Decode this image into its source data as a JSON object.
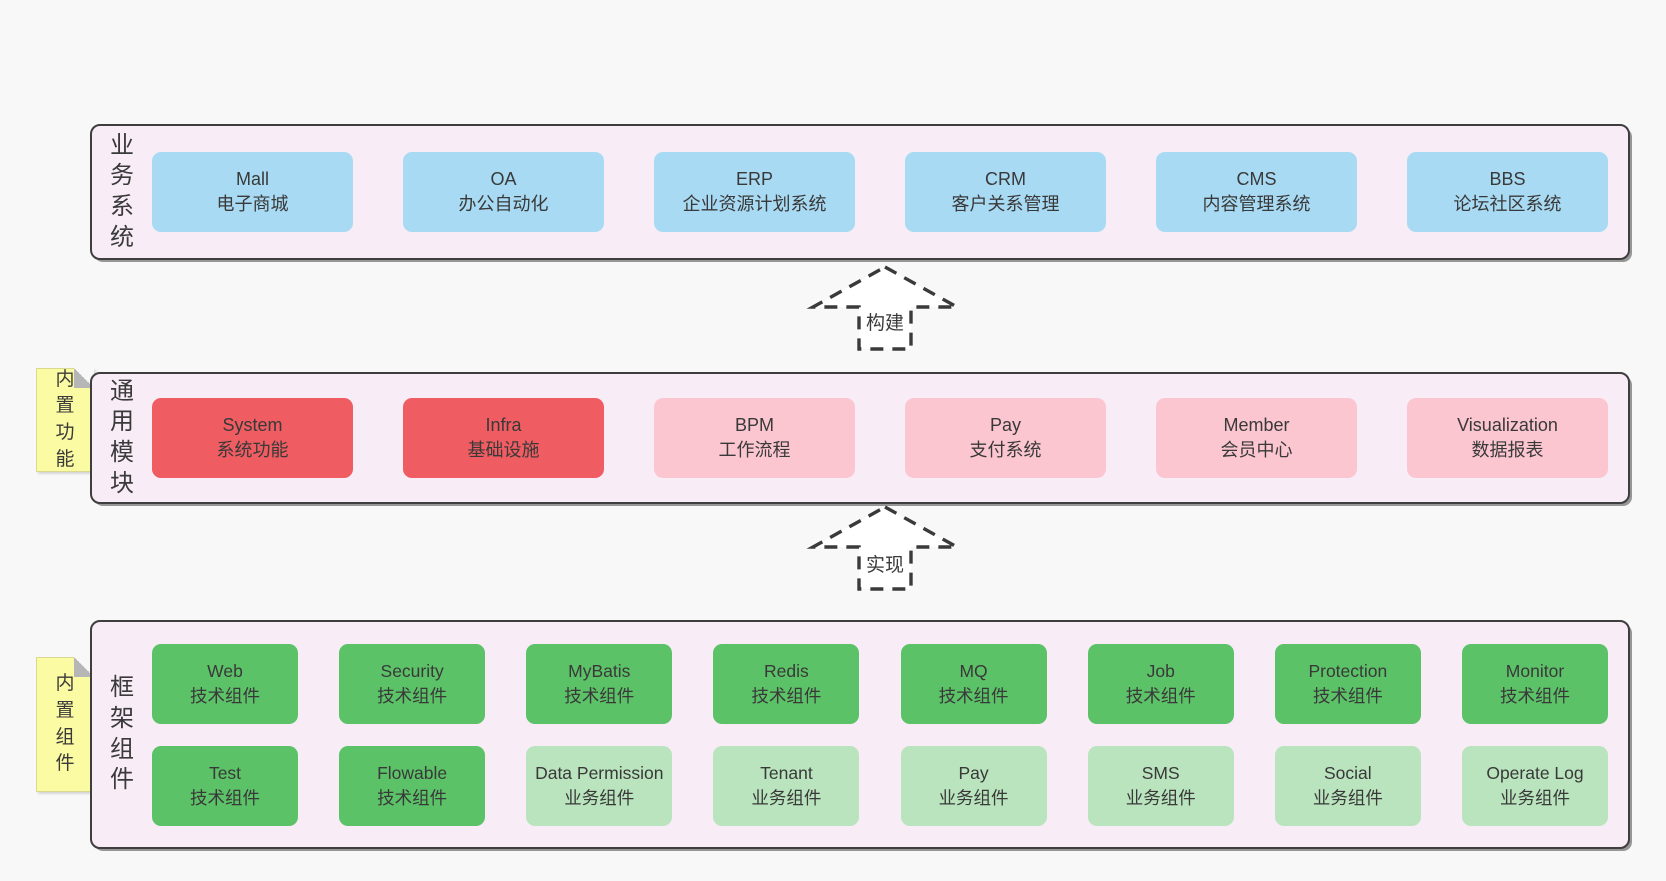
{
  "diagram": {
    "colors": {
      "blue": "#a8daf3",
      "red": "#ef5c61",
      "pink": "#fbc6d0",
      "green": "#5cc268",
      "lightgreen": "#b9e4bd",
      "panel": "#f8edf6",
      "note": "#fbfba3"
    },
    "arrows": [
      {
        "label": "构建"
      },
      {
        "label": "实现"
      }
    ],
    "layers": [
      {
        "label": "业务系统",
        "note": "",
        "rows": [
          [
            {
              "name": "Mall",
              "subtitle": "电子商城",
              "variant": "blue"
            },
            {
              "name": "OA",
              "subtitle": "办公自动化",
              "variant": "blue"
            },
            {
              "name": "ERP",
              "subtitle": "企业资源计划系统",
              "variant": "blue"
            },
            {
              "name": "CRM",
              "subtitle": "客户关系管理",
              "variant": "blue"
            },
            {
              "name": "CMS",
              "subtitle": "内容管理系统",
              "variant": "blue"
            },
            {
              "name": "BBS",
              "subtitle": "论坛社区系统",
              "variant": "blue"
            }
          ]
        ]
      },
      {
        "label": "通用模块",
        "note": "内置功能",
        "rows": [
          [
            {
              "name": "System",
              "subtitle": "系统功能",
              "variant": "red"
            },
            {
              "name": "Infra",
              "subtitle": "基础设施",
              "variant": "red"
            },
            {
              "name": "BPM",
              "subtitle": "工作流程",
              "variant": "pink"
            },
            {
              "name": "Pay",
              "subtitle": "支付系统",
              "variant": "pink"
            },
            {
              "name": "Member",
              "subtitle": "会员中心",
              "variant": "pink"
            },
            {
              "name": "Visualization",
              "subtitle": "数据报表",
              "variant": "pink"
            }
          ]
        ]
      },
      {
        "label": "框架组件",
        "note": "内置组件",
        "rows": [
          [
            {
              "name": "Web",
              "subtitle": "技术组件",
              "variant": "green"
            },
            {
              "name": "Security",
              "subtitle": "技术组件",
              "variant": "green"
            },
            {
              "name": "MyBatis",
              "subtitle": "技术组件",
              "variant": "green"
            },
            {
              "name": "Redis",
              "subtitle": "技术组件",
              "variant": "green"
            },
            {
              "name": "MQ",
              "subtitle": "技术组件",
              "variant": "green"
            },
            {
              "name": "Job",
              "subtitle": "技术组件",
              "variant": "green"
            },
            {
              "name": "Protection",
              "subtitle": "技术组件",
              "variant": "green"
            },
            {
              "name": "Monitor",
              "subtitle": "技术组件",
              "variant": "green"
            }
          ],
          [
            {
              "name": "Test",
              "subtitle": "技术组件",
              "variant": "green"
            },
            {
              "name": "Flowable",
              "subtitle": "技术组件",
              "variant": "green"
            },
            {
              "name": "Data Permission",
              "subtitle": "业务组件",
              "variant": "lightgreen"
            },
            {
              "name": "Tenant",
              "subtitle": "业务组件",
              "variant": "lightgreen"
            },
            {
              "name": "Pay",
              "subtitle": "业务组件",
              "variant": "lightgreen"
            },
            {
              "name": "SMS",
              "subtitle": "业务组件",
              "variant": "lightgreen"
            },
            {
              "name": "Social",
              "subtitle": "业务组件",
              "variant": "lightgreen"
            },
            {
              "name": "Operate Log",
              "subtitle": "业务组件",
              "variant": "lightgreen"
            }
          ]
        ]
      }
    ]
  }
}
